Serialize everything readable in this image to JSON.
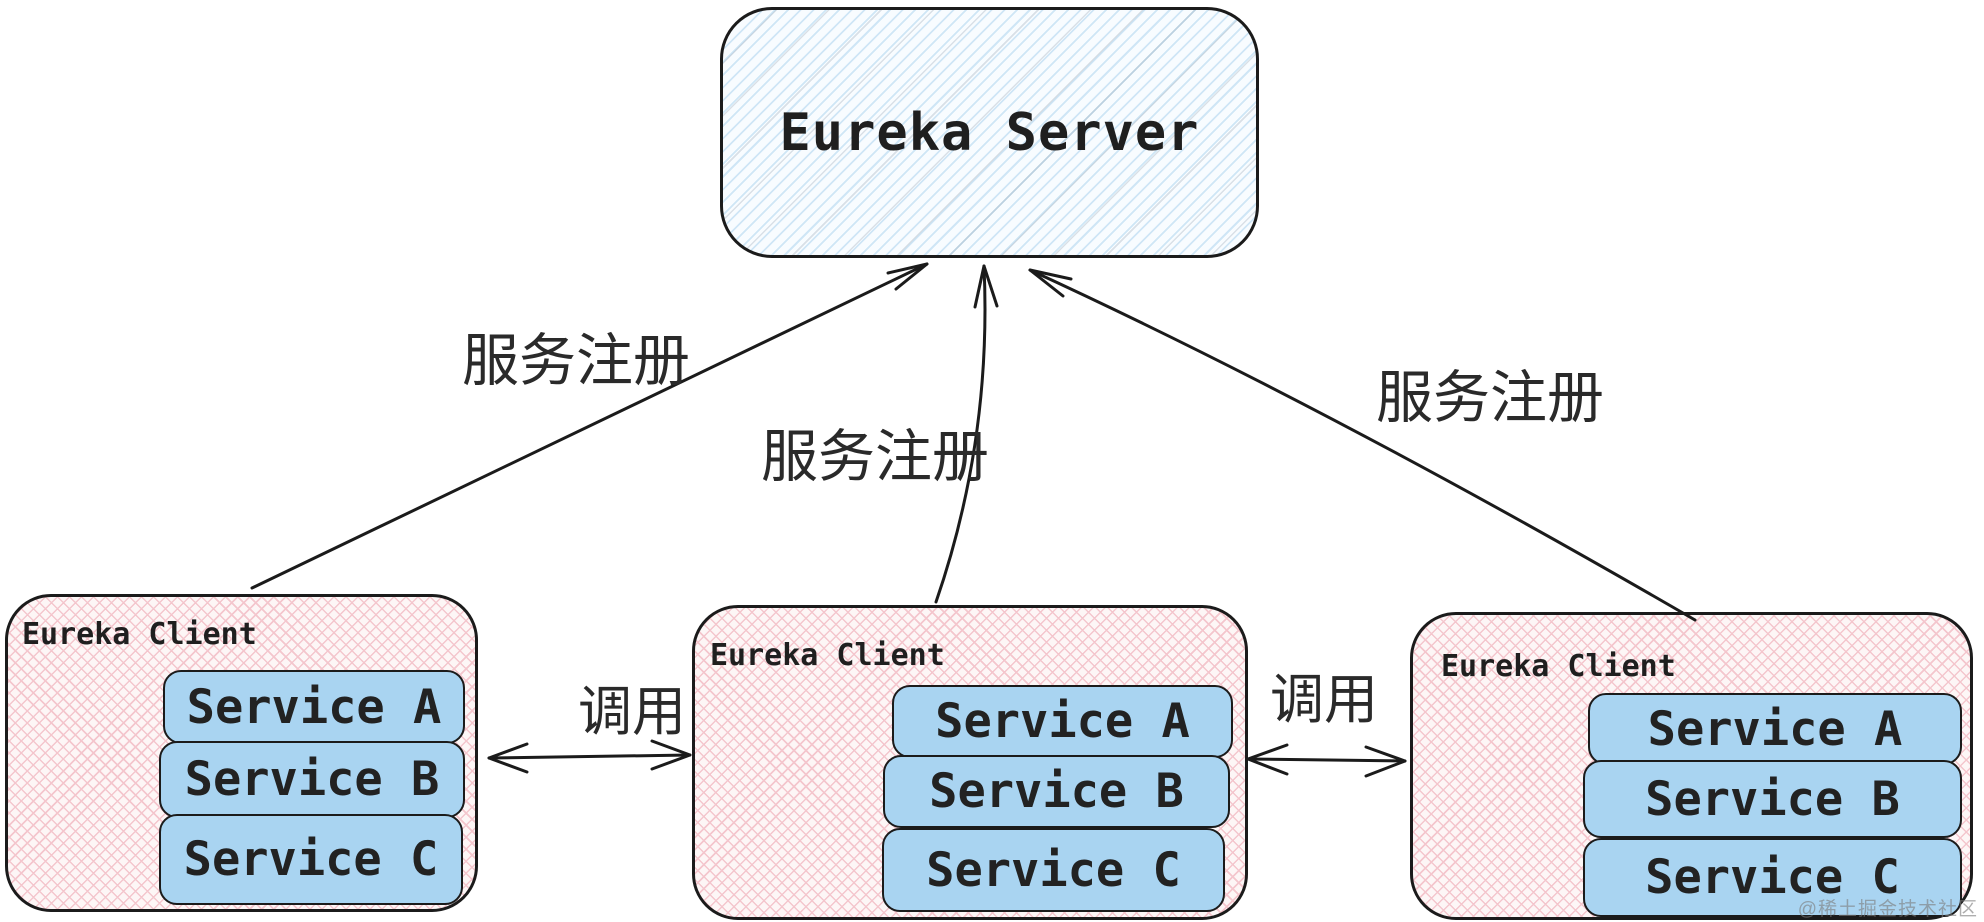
{
  "diagram": {
    "server": {
      "label": "Eureka Server"
    },
    "clients": [
      {
        "label": "Eureka Client",
        "services": [
          "Service A",
          "Service B",
          "Service C"
        ]
      },
      {
        "label": "Eureka Client",
        "services": [
          "Service A",
          "Service B",
          "Service C"
        ]
      },
      {
        "label": "Eureka Client",
        "services": [
          "Service A",
          "Service B",
          "Service C"
        ]
      }
    ],
    "edges": {
      "register_labels": [
        "服务注册",
        "服务注册",
        "服务注册"
      ],
      "invoke_labels": [
        "调用",
        "调用"
      ]
    },
    "watermark": "@稀土掘金技术社区",
    "colors": {
      "server_fill": "#f8fcff",
      "server_hatch": "#cfe6f6",
      "client_fill": "#fdf6f6",
      "client_hatch": "#f4c6cd",
      "service_fill": "#a9d4f1",
      "stroke": "#1b1b1b",
      "text": "#1f1f1f"
    }
  }
}
